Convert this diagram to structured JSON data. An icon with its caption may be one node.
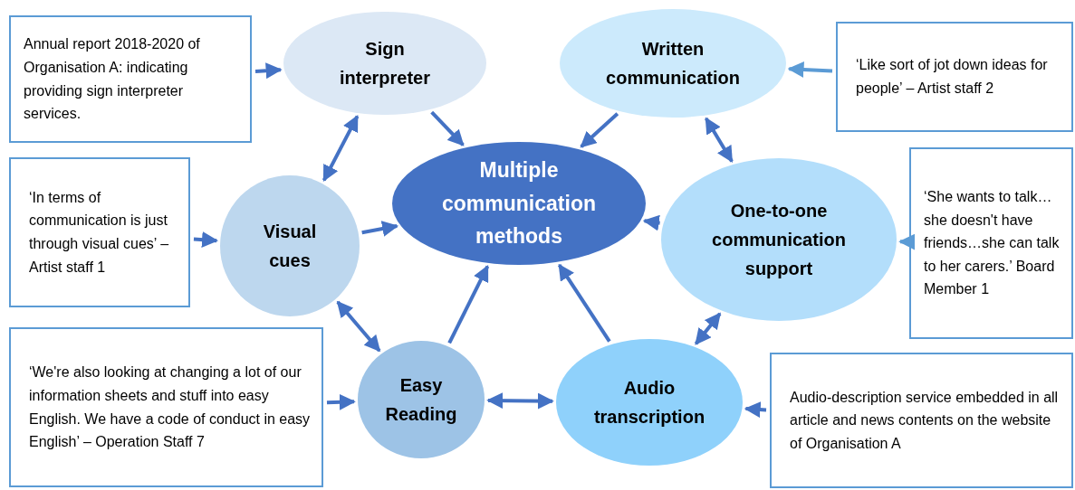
{
  "diagram": {
    "nodes": [
      {
        "text": [
          "Multiple communication methods"
        ]
      },
      {
        "text": [
          "Sign interpreter"
        ]
      },
      {
        "text": [
          "Written communication"
        ]
      },
      {
        "text": [
          "Visual cues"
        ]
      },
      {
        "text": [
          "One-to-one communication support"
        ]
      },
      {
        "text": [
          "Easy Reading"
        ]
      },
      {
        "text": [
          "Audio transcription"
        ]
      },
      {
        "text": [
          "Annual report 2018-2020 of Organisation A: indicating providing sign interpreter services."
        ]
      },
      {
        "text": [
          "‘Like sort of jot down ideas for people’ – Artist staff 2"
        ]
      },
      {
        "text": [
          "‘In terms of communication is just through visual cues’ – Artist staff 1"
        ]
      },
      {
        "text": [
          "‘She wants to talk… she doesn't have friends…she can talk to her carers.’ Board Member 1"
        ]
      },
      {
        "text": [
          "‘We're also looking at changing a lot of our information sheets and stuff into easy English. We have a code of conduct in easy English’ – Operation Staff 7"
        ]
      },
      {
        "text": [
          "Audio-description service embedded in all article and news contents on the website of Organisation A"
        ]
      }
    ],
    "edges": [
      {
        "from": 1,
        "to": 0,
        "arrow": "to"
      },
      {
        "from": 2,
        "to": 0,
        "arrow": "to"
      },
      {
        "from": 3,
        "to": 0,
        "arrow": "to"
      },
      {
        "from": 4,
        "to": 0,
        "arrow": "to"
      },
      {
        "from": 5,
        "to": 0,
        "arrow": "to"
      },
      {
        "from": 6,
        "to": 0,
        "arrow": "to"
      },
      {
        "from": 1,
        "to": 3,
        "arrow": "both"
      },
      {
        "from": 2,
        "to": 4,
        "arrow": "both"
      },
      {
        "from": 4,
        "to": 6,
        "arrow": "both"
      },
      {
        "from": 3,
        "to": 5,
        "arrow": "both"
      },
      {
        "from": 5,
        "to": 6,
        "arrow": "both"
      },
      {
        "from": 7,
        "to": 1,
        "arrow": "to"
      },
      {
        "from": 8,
        "to": 2,
        "arrow": "to",
        "color": "#5b9bd5"
      },
      {
        "from": 9,
        "to": 3,
        "arrow": "to"
      },
      {
        "from": 10,
        "to": 4,
        "arrow": "to",
        "color": "#5b9bd5"
      },
      {
        "from": 11,
        "to": 5,
        "arrow": "to"
      },
      {
        "from": 12,
        "to": 6,
        "arrow": "to"
      }
    ]
  }
}
